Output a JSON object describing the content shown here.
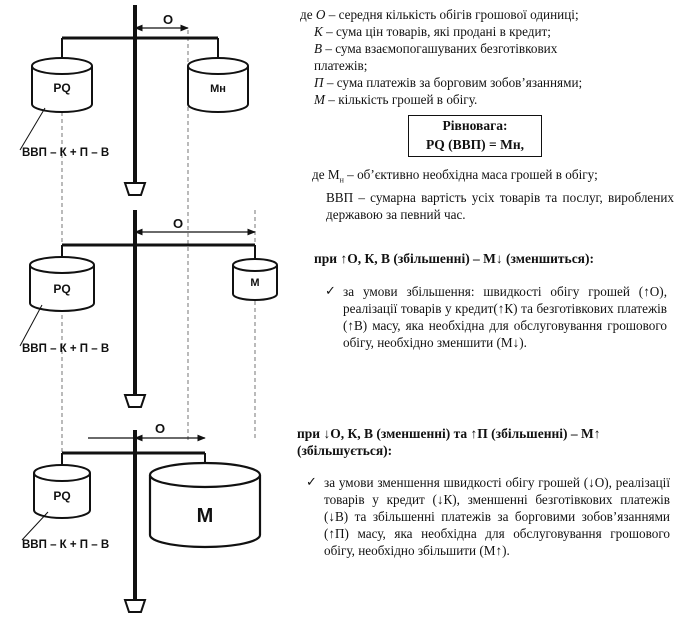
{
  "diagram": {
    "velocity_label": "O",
    "pq_label": "PQ",
    "mn_label": "Мн",
    "m_label": "М",
    "m_big_label": "М",
    "formula": "ВВП – К + П – В"
  },
  "definitions": [
    {
      "sym": "O",
      "pre": "де ",
      "text": " – середня кількість обігів грошової одиниці;"
    },
    {
      "sym": "К",
      "pre": "",
      "text": " – сума цін товарів, які продані в кредит;"
    },
    {
      "sym": "В",
      "pre": "",
      "text": " – сума взаємопогашуваних безготівкових"
    },
    {
      "sym": "",
      "pre": "",
      "text": "платежів;"
    },
    {
      "sym": "П",
      "pre": "",
      "text": " – сума платежів за борговим зобов’язаннями;"
    },
    {
      "sym": "М",
      "pre": "",
      "text": " – кількість грошей в обігу."
    }
  ],
  "equilibrium": {
    "title": "Рівновага:",
    "formula": "PQ (ВВП) = Мн,"
  },
  "mn_def": {
    "line1": "де М",
    "sub": "н",
    "line1_rest": " – об’єктивно необхідна маса грошей в обігу;",
    "line2": "ВВП – сумарна вартість усіх товарів та послуг, вироблених державою за певний час."
  },
  "case1": {
    "heading": "при ↑О, К, В (збільшенні) – М↓ (зменшиться):",
    "bullet": "за умови збільшення: швидкості обігу грошей (↑О), реалізації товарів у кредит(↑К) та безготівкових платежів (↑В) масу, яка необхідна для обслуговування грошового обігу, необхідно зменшити (М↓)."
  },
  "case2": {
    "heading": "при ↓О, К, В (зменшенні) та ↑П (збільшенні) – М↑ (збільшується):",
    "bullet": "за умови зменшення швидкості обігу грошей (↓О), реалізації товарів у кредит (↓К), зменшенні безготівкових платежів (↓В) та збільшенні платежів за борговими зобов’язаннями (↑П) масу, яка необхідна для обслуговування грошового обігу, необхідно збільшити (М↑)."
  },
  "check_glyph": "✓"
}
